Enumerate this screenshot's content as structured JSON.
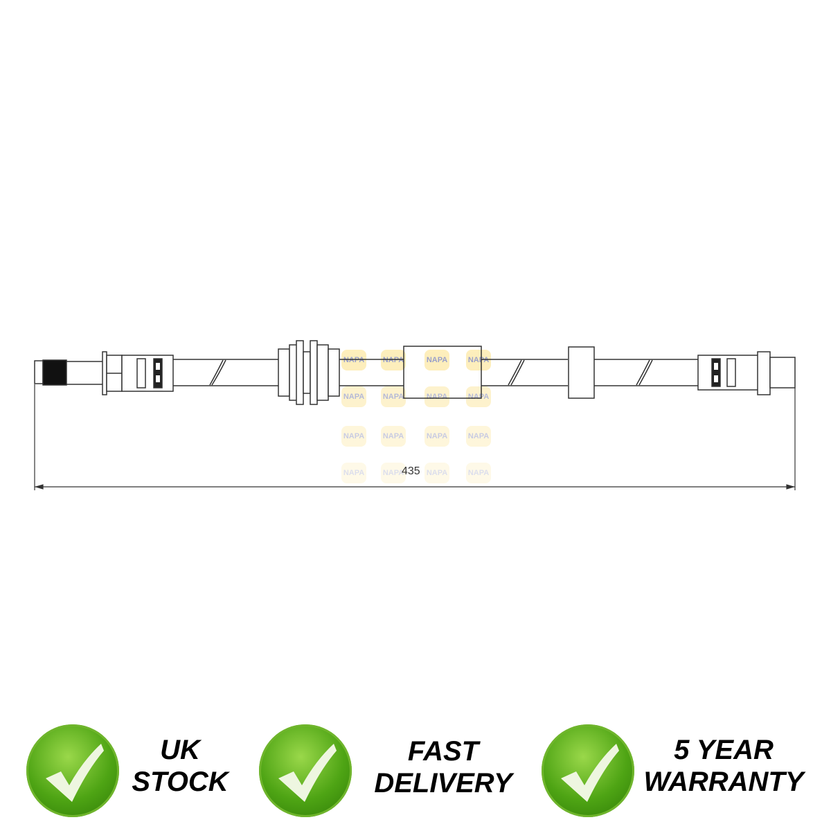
{
  "diagram": {
    "title": "Brake hose technical drawing",
    "dimension_label": "435",
    "watermark_text": "NAPA"
  },
  "badges": [
    {
      "line1": "UK",
      "line2": "STOCK",
      "icon": "check-icon"
    },
    {
      "line1": "FAST",
      "line2": "DELIVERY",
      "icon": "check-icon"
    },
    {
      "line1": "5 YEAR",
      "line2": "WARRANTY",
      "icon": "check-icon"
    }
  ],
  "colors": {
    "check_green": "#4ea414",
    "line": "#333333"
  }
}
